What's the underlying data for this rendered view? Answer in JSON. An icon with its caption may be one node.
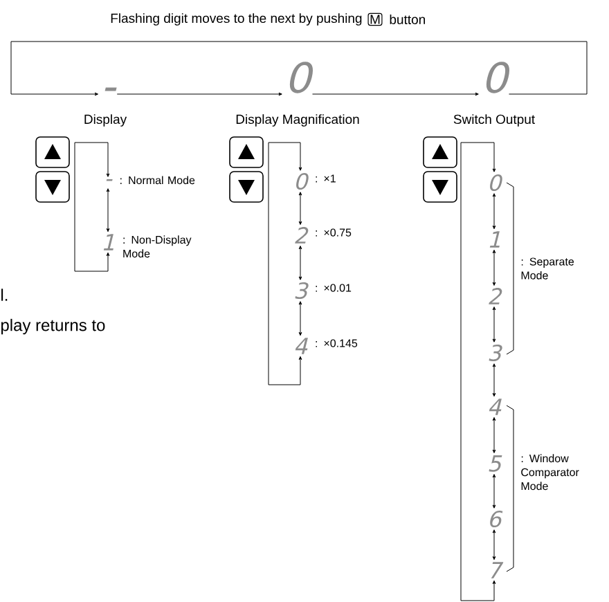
{
  "diagram": {
    "nodes": [
      {
        "text": [
          "-"
        ]
      },
      {
        "text": [
          "0"
        ]
      },
      {
        "text": [
          "0"
        ]
      },
      {
        "text": [
          "-"
        ],
        "beside": [
          ": Normal Mode"
        ]
      },
      {
        "text": [
          "1"
        ],
        "beside": [
          ": Non-Display Mode"
        ]
      },
      {
        "text": [
          "0"
        ],
        "beside": [
          ": ×1"
        ]
      },
      {
        "text": [
          "2"
        ],
        "beside": [
          ": ×0.75"
        ]
      },
      {
        "text": [
          "3"
        ],
        "beside": [
          ": ×0.01"
        ]
      },
      {
        "text": [
          "4"
        ],
        "beside": [
          ": ×0.145"
        ]
      },
      {
        "text": [
          "0"
        ]
      },
      {
        "text": [
          "1"
        ]
      },
      {
        "text": [
          "2"
        ]
      },
      {
        "text": [
          "3"
        ]
      },
      {
        "text": [
          "4"
        ]
      },
      {
        "text": [
          "5"
        ]
      },
      {
        "text": [
          "6"
        ]
      },
      {
        "text": [
          "7"
        ]
      }
    ],
    "edges": [
      {
        "from": 0,
        "to": 1,
        "arrow": "to"
      },
      {
        "from": 1,
        "to": 2,
        "arrow": "to"
      },
      {
        "from": 2,
        "to": 0,
        "arrow": "to"
      },
      {
        "from": 3,
        "to": 4,
        "arrow": "both"
      },
      {
        "from": 4,
        "to": 3,
        "arrow": "both"
      },
      {
        "from": 5,
        "to": 6,
        "arrow": "both"
      },
      {
        "from": 6,
        "to": 7,
        "arrow": "both"
      },
      {
        "from": 7,
        "to": 8,
        "arrow": "both"
      },
      {
        "from": 8,
        "to": 5,
        "arrow": "both"
      },
      {
        "from": 9,
        "to": 10,
        "arrow": "both"
      },
      {
        "from": 10,
        "to": 11,
        "arrow": "both"
      },
      {
        "from": 11,
        "to": 12,
        "arrow": "both"
      },
      {
        "from": 12,
        "to": 13,
        "arrow": "both"
      },
      {
        "from": 13,
        "to": 14,
        "arrow": "both"
      },
      {
        "from": 14,
        "to": 15,
        "arrow": "both"
      },
      {
        "from": 15,
        "to": 16,
        "arrow": "both"
      },
      {
        "from": 16,
        "to": 9,
        "arrow": "both"
      }
    ],
    "labels": [
      "Flashing digit moves to the next by pushing",
      "M",
      "button",
      "Display",
      "Display Magnification",
      "Switch Output",
      ": Separate Mode",
      ": Window Comparator Mode",
      "l.",
      "play returns to"
    ]
  }
}
